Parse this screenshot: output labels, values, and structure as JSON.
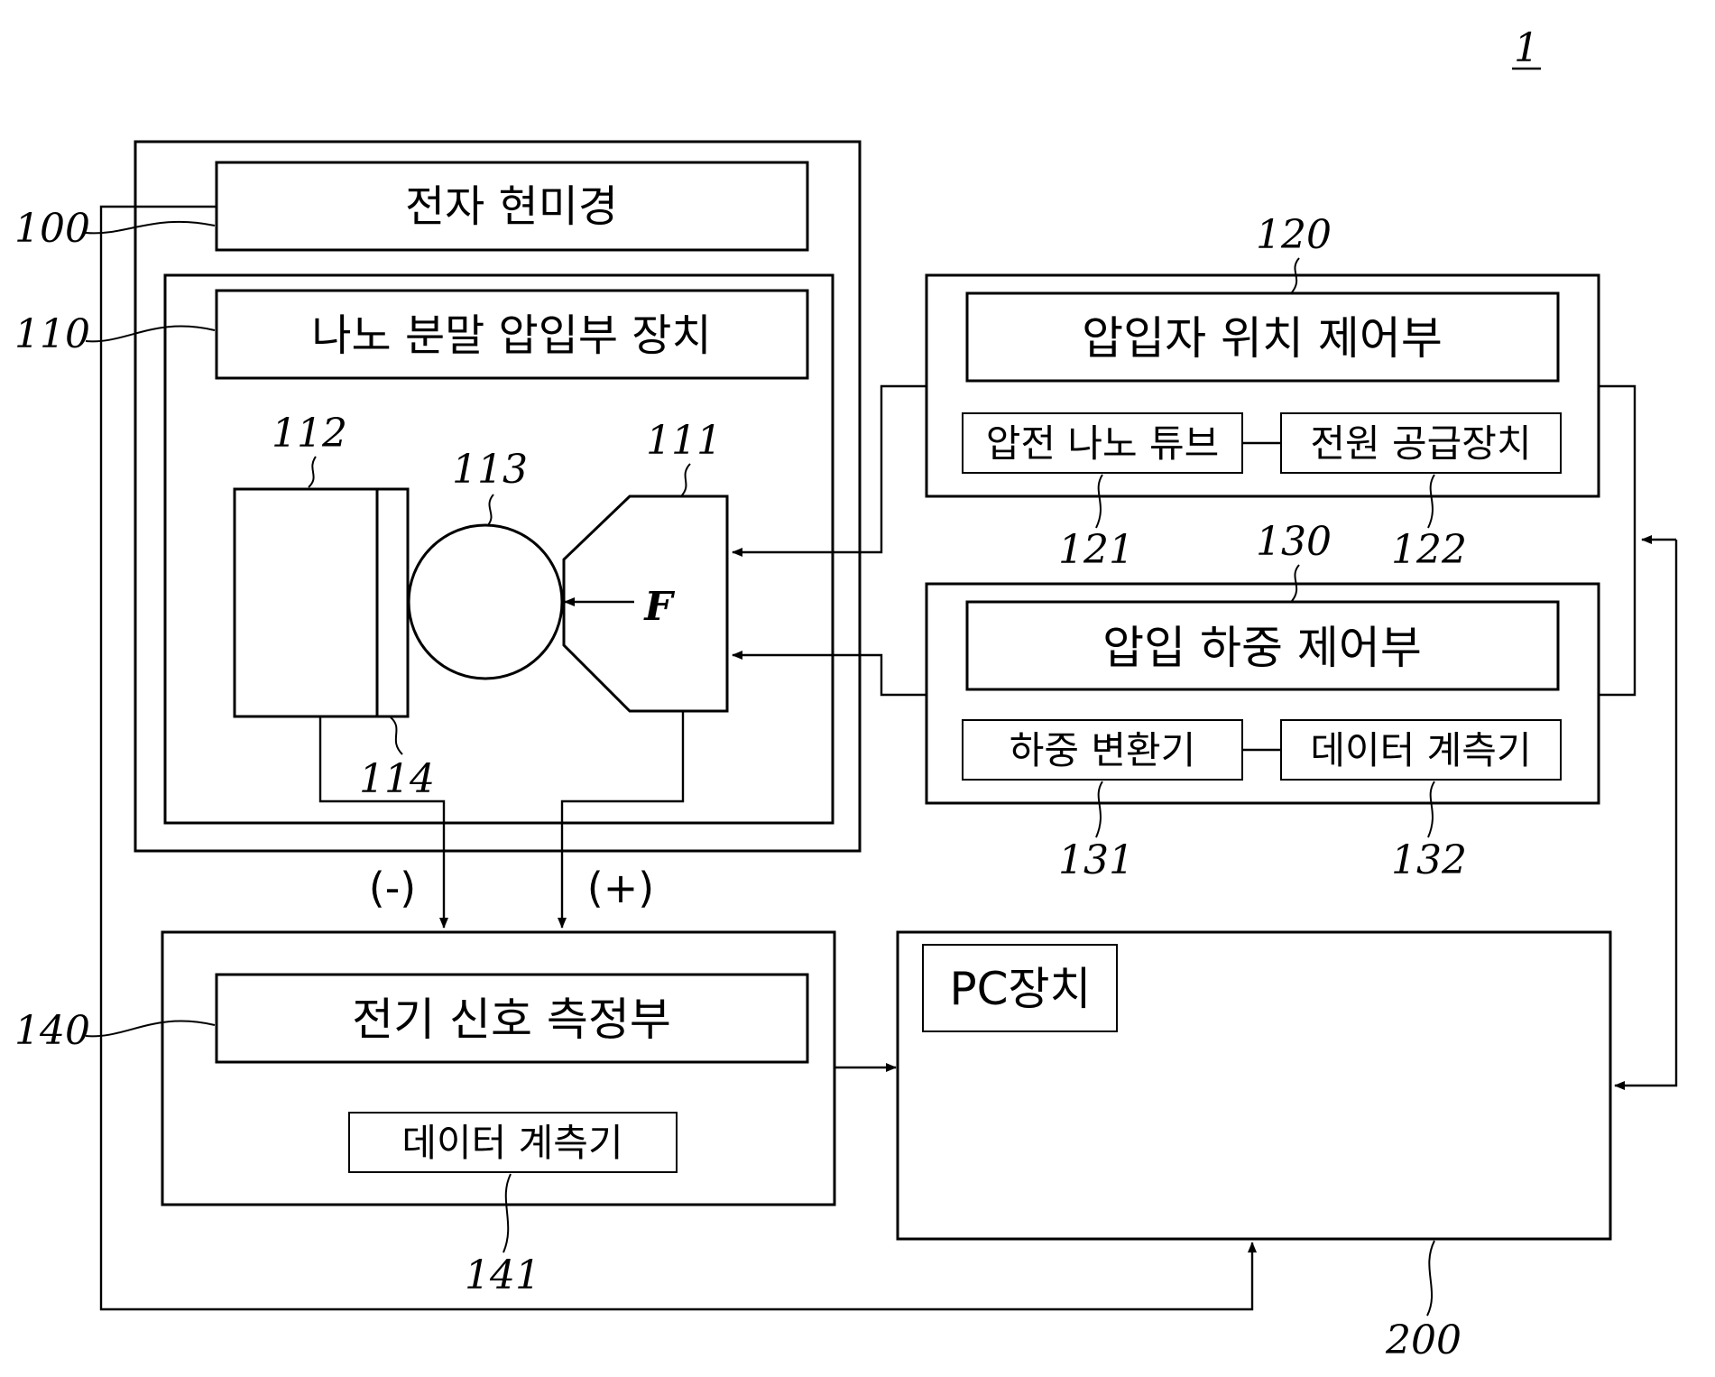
{
  "figure_label": "1",
  "boxes": {
    "microscope": {
      "label": "전자 현미경",
      "ref": "100"
    },
    "indenter_device": {
      "label": "나노 분말 압입부 장치",
      "ref": "110"
    },
    "indenter": {
      "ref": "111"
    },
    "stage": {
      "ref": "112"
    },
    "particle": {
      "ref": "113"
    },
    "substrate": {
      "ref": "114"
    },
    "force_label": "F",
    "position_ctrl": {
      "label": "압입자 위치 제어부",
      "ref": "120"
    },
    "piezo_tube": {
      "label": "압전 나노 튜브",
      "ref": "121"
    },
    "power_supply": {
      "label": "전원 공급장치",
      "ref": "122"
    },
    "load_ctrl": {
      "label": "압입 하중 제어부",
      "ref": "130"
    },
    "load_converter": {
      "label": "하중 변환기",
      "ref": "131"
    },
    "load_data_logger": {
      "label": "데이터 계측기",
      "ref": "132"
    },
    "signal_measure": {
      "label": "전기 신호 측정부",
      "ref": "140"
    },
    "signal_data_logger": {
      "label": "데이터 계측기",
      "ref": "141"
    },
    "pc": {
      "label": "PC장치",
      "ref": "200"
    }
  },
  "polarity": {
    "negative": "(-)",
    "positive": "(+)"
  }
}
